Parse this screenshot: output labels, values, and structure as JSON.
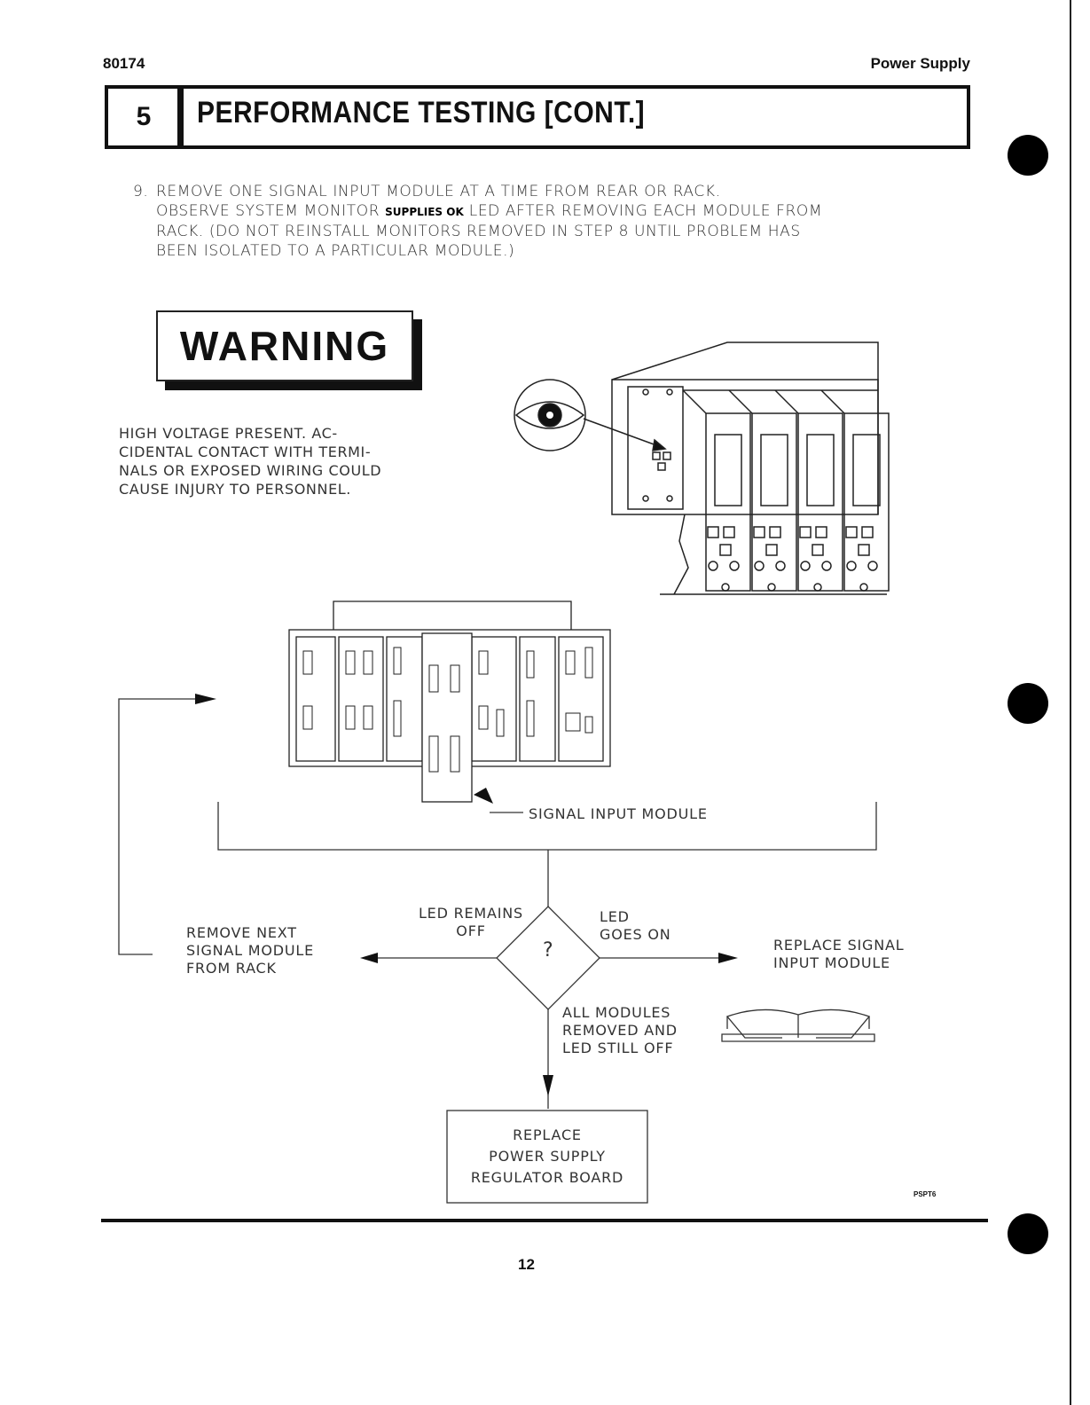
{
  "header": {
    "doc_number": "80174",
    "doc_title": "Power Supply"
  },
  "section": {
    "number": "5",
    "title": "PERFORMANCE TESTING [CONT.]"
  },
  "step": {
    "number": "9.",
    "line1": "REMOVE ONE SIGNAL INPUT MODULE AT A TIME FROM REAR OR RACK.",
    "line2_pre": "OBSERVE SYSTEM MONITOR",
    "line2_bold": "SUPPLIES OK",
    "line2_post": "LED AFTER REMOVING EACH MODULE FROM",
    "line3": "RACK. (DO NOT REINSTALL MONITORS REMOVED IN STEP 8 UNTIL PROBLEM HAS",
    "line4": "BEEN ISOLATED TO A PARTICULAR MODULE.)"
  },
  "warning": {
    "title": "WARNING",
    "lines": [
      "HIGH VOLTAGE PRESENT.  AC-",
      "CIDENTAL CONTACT WITH TERMI-",
      "NALS OR EXPOSED WIRING COULD",
      "CAUSE INJURY TO PERSONNEL."
    ]
  },
  "flow": {
    "module_callout": "SIGNAL INPUT MODULE",
    "decision_symbol": "?",
    "left_branch": [
      "LED REMAINS",
      "OFF"
    ],
    "left_action": [
      "REMOVE NEXT",
      "SIGNAL MODULE",
      "FROM RACK"
    ],
    "right_branch": [
      "LED",
      "GOES ON"
    ],
    "right_action": [
      "REPLACE SIGNAL",
      "INPUT MODULE"
    ],
    "down_branch": [
      "ALL MODULES",
      "REMOVED AND",
      "LED STILL OFF"
    ],
    "down_action": [
      "REPLACE",
      "POWER SUPPLY",
      "REGULATOR BOARD"
    ]
  },
  "footer": {
    "figure_code": "PSPT6",
    "page_number": "12"
  }
}
